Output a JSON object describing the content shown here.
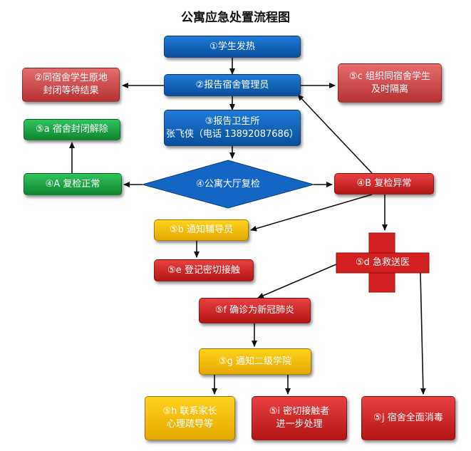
{
  "title": "公寓应急处置流程图",
  "nodes": {
    "n1": {
      "lines": [
        "①学生发热"
      ]
    },
    "n2": {
      "lines": [
        "②报告宿舍管理员"
      ]
    },
    "n2l": {
      "lines": [
        "②同宿舍学生原地",
        "封闭等待结果"
      ]
    },
    "n5c": {
      "lines": [
        "⑤c 组织同宿舍学生",
        "及时隔离"
      ]
    },
    "n3": {
      "lines": [
        "③报告卫生所",
        "张飞侠（电话 13892087686）"
      ]
    },
    "n5a": {
      "lines": [
        "⑤a 宿舍封闭解除"
      ]
    },
    "n4": {
      "lines": [
        "④公寓大厅复检"
      ]
    },
    "n4a": {
      "lines": [
        "④A 复检正常"
      ]
    },
    "n4b": {
      "lines": [
        "④B 复检异常"
      ]
    },
    "n5b": {
      "lines": [
        "⑤b 通知辅导员"
      ]
    },
    "n5e": {
      "lines": [
        "⑤e 登记密切接触"
      ]
    },
    "n5d": {
      "lines": [
        "⑤d 急救送医"
      ]
    },
    "n5f": {
      "lines": [
        "⑤f 确诊为新冠肺炎"
      ]
    },
    "n5g": {
      "lines": [
        "⑤g 通知二级学院"
      ]
    },
    "n5h": {
      "lines": [
        "⑤h 联系家长",
        "心理疏导等"
      ]
    },
    "n5i": {
      "lines": [
        "⑤i 密切接触者",
        "进一步处理"
      ]
    },
    "n5j": {
      "lines": [
        "⑤j 宿舍全面消毒"
      ]
    }
  },
  "colors": {
    "blue": "#1565c0",
    "red": "#d32020",
    "green": "#1aa043",
    "yellow": "#f5bd00",
    "arrow": "#111111"
  }
}
